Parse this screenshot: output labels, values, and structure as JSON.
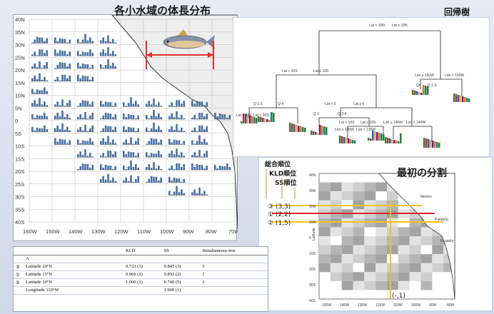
{
  "titles": {
    "main": "各小水域の体長分布",
    "tree": "回帰樹",
    "split": "最初の分割"
  },
  "map": {
    "lat_labels": [
      "40N",
      "35N",
      "30N",
      "25N",
      "20N",
      "15N",
      "10N",
      "5N",
      "0",
      "5S",
      "10S",
      "15S",
      "20S",
      "25S",
      "30S",
      "35S",
      "40S"
    ],
    "lon_labels": [
      "160W",
      "150W",
      "140W",
      "130W",
      "120W",
      "110W",
      "100W",
      "90W",
      "80W",
      "70W"
    ]
  },
  "tree": {
    "nodes": [
      {
        "text": "Lat < 10N",
        "id": "root-left"
      },
      {
        "text": "Lat ≥ 10N",
        "id": "root-right"
      },
      {
        "text": "Lat < 15S",
        "id": "l1"
      },
      {
        "text": "Lat ≥ 15S",
        "id": "l2"
      },
      {
        "text": "Lon ≥ 150W",
        "id": "r1"
      },
      {
        "text": "Lon < 150W",
        "id": "r2"
      },
      {
        "text": "Q 1-3",
        "id": "q13a"
      },
      {
        "text": "Q 4",
        "id": "q4a"
      },
      {
        "text": "Q4",
        "id": "q4b"
      },
      {
        "text": "Q 1-3",
        "id": "q13b"
      },
      {
        "text": "Lat ≥ 20S",
        "id": "a1"
      },
      {
        "text": "Lat < 20S",
        "id": "a2"
      },
      {
        "text": "Lat < 0",
        "id": "b1"
      },
      {
        "text": "Lat ≥ 0",
        "id": "b2"
      },
      {
        "text": "Q 1",
        "id": "c1"
      },
      {
        "text": "Q 2-4",
        "id": "c2"
      },
      {
        "text": "Lat < 10S",
        "id": "d1"
      },
      {
        "text": "Lat ≥ 10S",
        "id": "d2"
      },
      {
        "text": "Lon ≥ 130W",
        "id": "e1"
      },
      {
        "text": "Lon < 130W",
        "id": "e2"
      },
      {
        "text": "Lon ≥ 140W",
        "id": "f1"
      },
      {
        "text": "Lon < 140W",
        "id": "f2"
      }
    ]
  },
  "split": {
    "rank_headers": [
      "総合順位",
      "KLD順位",
      "SS順位"
    ],
    "ranks": [
      "③ (3,3)",
      "① (2,2)",
      "② (1,5)"
    ],
    "vertical_rank": "(-,1)",
    "ylabel": "Latitude",
    "lat_ticks": [
      "40N",
      "30N",
      "20N",
      "10N",
      "0",
      "10S",
      "20S",
      "30S",
      "40S"
    ],
    "lon_ticks": [
      "150W",
      "140W",
      "130W",
      "120W",
      "110W",
      "100W",
      "90W",
      "80W"
    ],
    "place_labels": [
      "Mexico",
      "Panama",
      "Ecuador"
    ]
  },
  "table": {
    "headers": [
      "",
      "",
      "KLD",
      "SS",
      "Simultaneous tree"
    ],
    "rows": [
      {
        "mark": "",
        "label": "A",
        "kld": "",
        "ss": "",
        "tree": ""
      },
      {
        "mark": "③",
        "label": "Latitude 20°N",
        "kld": "0.723 (3)",
        "ss": "0.845 (3)",
        "tree": "3"
      },
      {
        "mark": "①",
        "label": "Latitude 15°N",
        "kld": "0.966 (2)",
        "ss": "0.892 (2)",
        "tree": "1"
      },
      {
        "mark": "②",
        "label": "Latitude 10°N",
        "kld": "1.000 (1)",
        "ss": "0.740 (5)",
        "tree": "2"
      },
      {
        "mark": "",
        "label": "Longitude 110°W",
        "kld": "",
        "ss": "1.000 (1)",
        "tree": ""
      }
    ]
  },
  "colors": {
    "bars": "#4a6fa5",
    "land": "#d8d8d8",
    "grid": "#8c8c8c",
    "highlight_red": "#d62828",
    "highlight_yellow": "#f0c419",
    "fish_arrow": "#e63030"
  }
}
